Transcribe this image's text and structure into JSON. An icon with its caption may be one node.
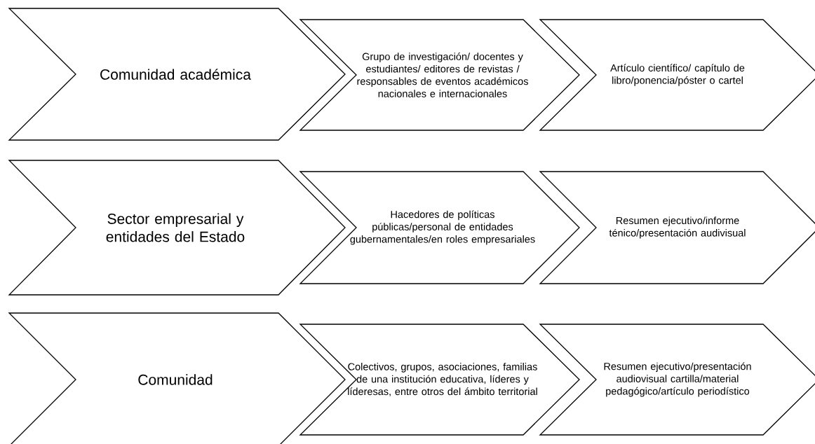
{
  "diagram": {
    "nodes": [
      {
        "text": [
          "Comunidad académica"
        ]
      },
      {
        "text": [
          "Grupo de investigación/ docentes y estudiantes/ editores de revistas / responsables de eventos académicos nacionales e internacionales"
        ]
      },
      {
        "text": [
          "Artículo científico/ capítulo de libro/ponencia/póster o cartel"
        ]
      },
      {
        "text": [
          "Sector empresarial y entidades del Estado"
        ]
      },
      {
        "text": [
          "Hacedores de políticas públicas/personal de entidades gubernamentales/en roles empresariales"
        ]
      },
      {
        "text": [
          "Resumen ejecutivo/informe ténico/presentación audivisual"
        ]
      },
      {
        "text": [
          "Comunidad"
        ]
      },
      {
        "text": [
          "Colectivos, grupos, asociaciones, familias de una institución educativa, líderes y líderesas, entre otros del ámbito territorial"
        ]
      },
      {
        "text": [
          "Resumen ejecutivo/presentación audiovisual cartilla/material pedagógico/artículo periodístico"
        ]
      }
    ]
  }
}
